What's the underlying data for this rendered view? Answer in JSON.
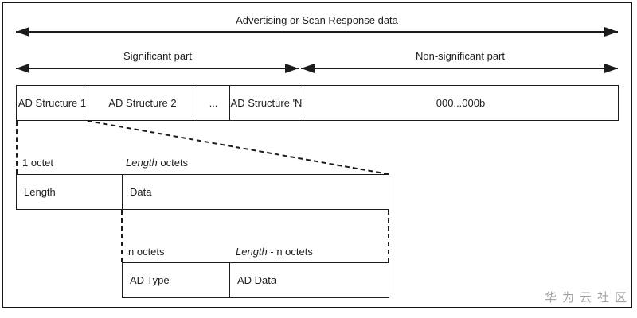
{
  "diagram": {
    "overall_arrow": {
      "label": "Advertising or Scan Response data"
    },
    "significant": {
      "label": "Significant part"
    },
    "non_significant": {
      "label": "Non-significant part"
    },
    "structure_row": {
      "cell1": "AD Structure 1",
      "cell2": "AD Structure 2",
      "cell3": "...",
      "cell4": "AD Structure 'N",
      "cell5": "000...000b"
    },
    "level2": {
      "label_left": "1 octet",
      "label_right_italic": "Length",
      "label_right_rest": " octets",
      "cell_length": "Length",
      "cell_data": "Data"
    },
    "level3": {
      "label_left": "n octets",
      "label_right_italic": "Length",
      "label_right_rest": " - n octets",
      "cell_type": "AD Type",
      "cell_data": "AD Data"
    }
  },
  "watermark": "华为云社区",
  "colors": {
    "line": "#1c1c1c",
    "watermark_gray": "#a3a3a3"
  }
}
